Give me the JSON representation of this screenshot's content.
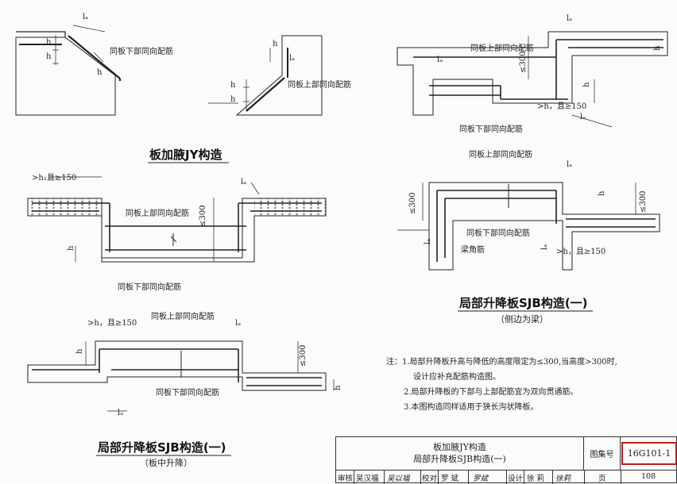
{
  "labels": {
    "ls": "lₐ",
    "h": "h",
    "lower_rebar": "同板下部同向配筋",
    "upper_rebar": "同板上部同向配筋",
    "le300": "≤300",
    "h1_150": ">h₁且≥150",
    "h_150": ">h，且≥150",
    "corner_bar": "梁角筋"
  },
  "titles": {
    "jy": "板加腋JY构造",
    "sjb_mid": "局部升降板SJB构造(一)",
    "sjb_mid_sub": "（板中升降）",
    "sjb_side": "局部升降板SJB构造(一)",
    "sjb_side_sub": "（侧边为梁）"
  },
  "notes": {
    "prefix": "注：",
    "n1a": "1.局部升降板升高与降低的高度限定为≤300,当高度>300时,",
    "n1b": "设计应补充配筋构造图。",
    "n2": "2.局部升降板的下部与上部配筋宜为双向贯通筋。",
    "n3": "3.本图构造同样适用于狭长沟状降板。"
  },
  "title_block": {
    "title1": "板加腋JY构造",
    "title2": "局部升降板SJB构造(一)",
    "atlas_label": "图集号",
    "atlas_no": "16G101-1",
    "review": "审核",
    "reviewer": "吴汉福",
    "reviewer_sig": "吴以福",
    "check": "校对",
    "checker": "罗 斌",
    "checker_sig": "罗斌",
    "design": "设计",
    "designer": "徐 莉",
    "designer_sig": "徐莉",
    "page_label": "页",
    "page_no": "108"
  }
}
